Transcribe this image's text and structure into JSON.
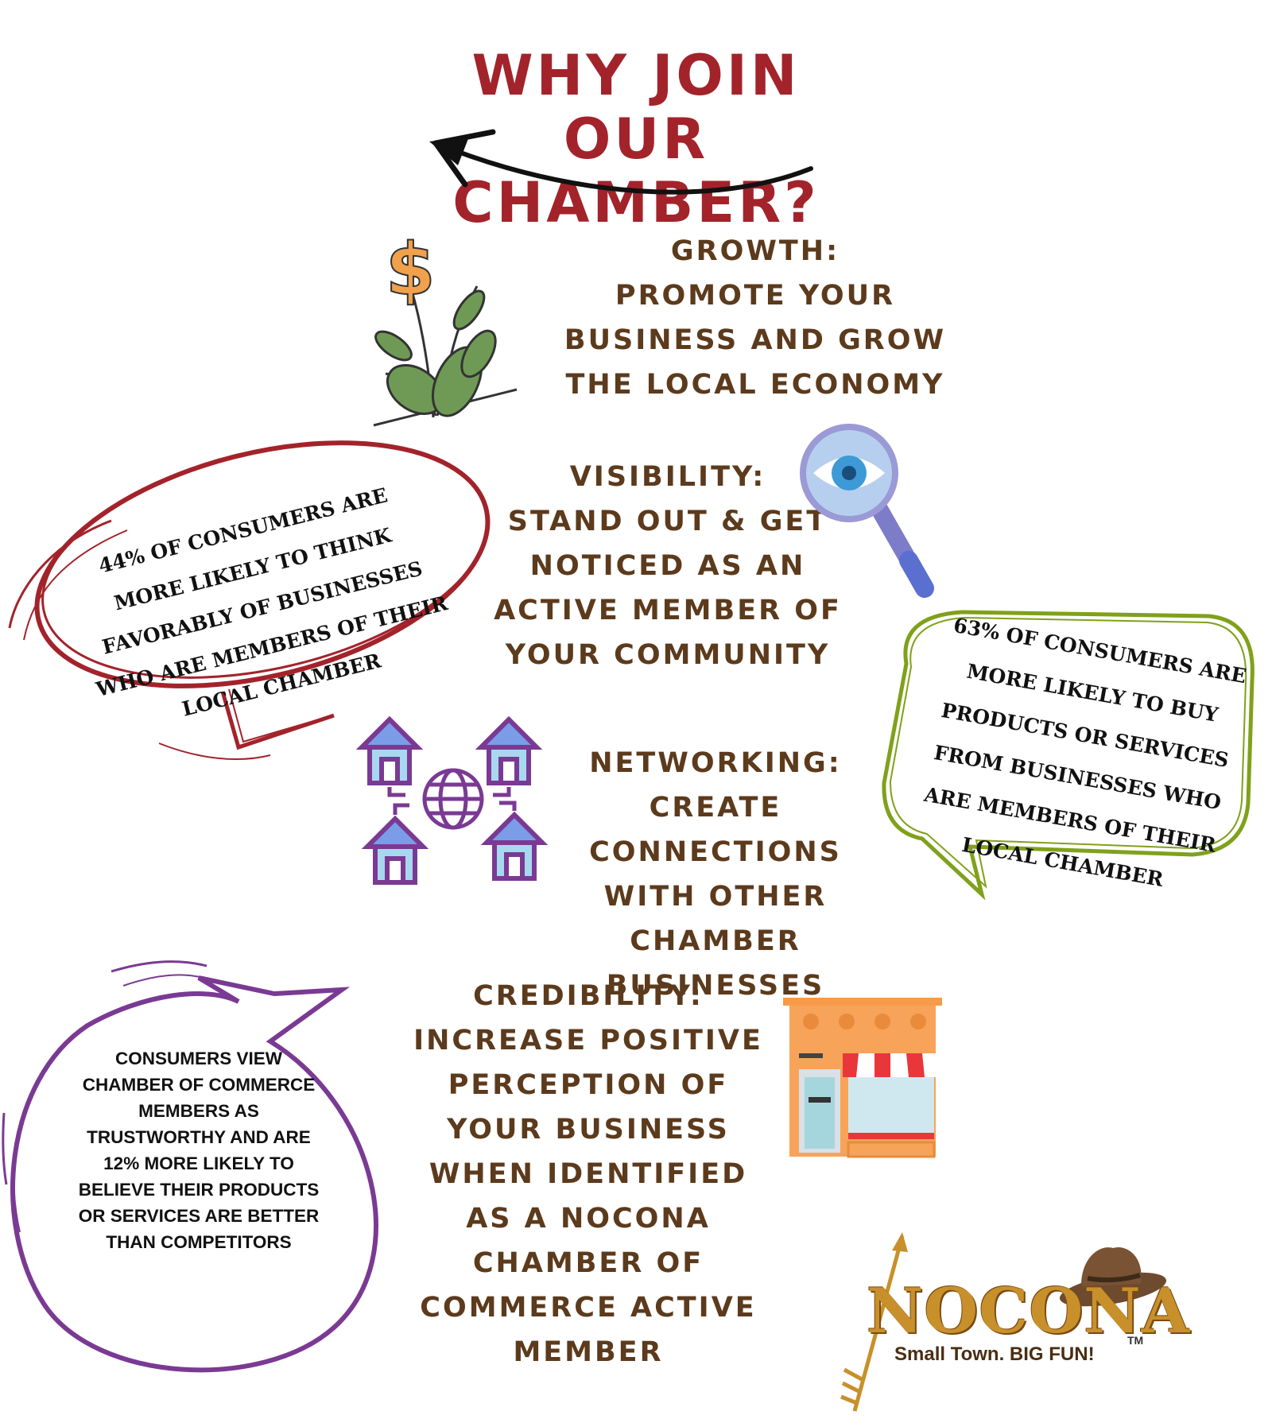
{
  "title": "WHY JOIN OUR CHAMBER?",
  "benefits": [
    {
      "heading": "GROWTH:",
      "text": "PROMOTE YOUR BUSINESS AND GROW THE LOCAL ECONOMY",
      "icon": "money-plant-icon"
    },
    {
      "heading": "VISIBILITY:",
      "text": "STAND OUT & GET NOTICED AS AN ACTIVE MEMBER OF YOUR COMMUNITY",
      "icon": "magnifier-eye-icon"
    },
    {
      "heading": "NETWORKING:",
      "text": "CREATE CONNECTIONS WITH OTHER CHAMBER BUSINESSES",
      "icon": "house-network-icon"
    },
    {
      "heading": "CREDIBILITY:",
      "text": "INCREASE POSITIVE PERCEPTION OF YOUR BUSINESS WHEN IDENTIFIED AS A NOCONA CHAMBER OF COMMERCE ACTIVE MEMBER",
      "icon": "storefront-icon"
    }
  ],
  "callouts": {
    "red": "44% OF CONSUMERS ARE MORE LIKELY TO THINK FAVORABLY OF BUSINESSES WHO ARE MEMBERS OF THEIR LOCAL CHAMBER",
    "green": "63% OF CONSUMERS ARE MORE LIKELY TO BUY PRODUCTS OR SERVICES FROM BUSINESSES WHO ARE MEMBERS OF THEIR LOCAL CHAMBER",
    "purple": "CONSUMERS VIEW CHAMBER OF COMMERCE MEMBERS AS TRUSTWORTHY AND ARE 12% MORE LIKELY TO BELIEVE THEIR PRODUCTS OR SERVICES ARE BETTER THAN COMPETITORS"
  },
  "logo": {
    "name": "NOCONA",
    "tagline": "Small Town. BIG FUN!",
    "tm": "TM"
  },
  "colors": {
    "title": "#a3232b",
    "text": "#5c3a1c",
    "red_bubble": "#a3232b",
    "green_bubble": "#7fa11b",
    "purple_bubble": "#7a3a93",
    "logo": "#c8902b"
  }
}
